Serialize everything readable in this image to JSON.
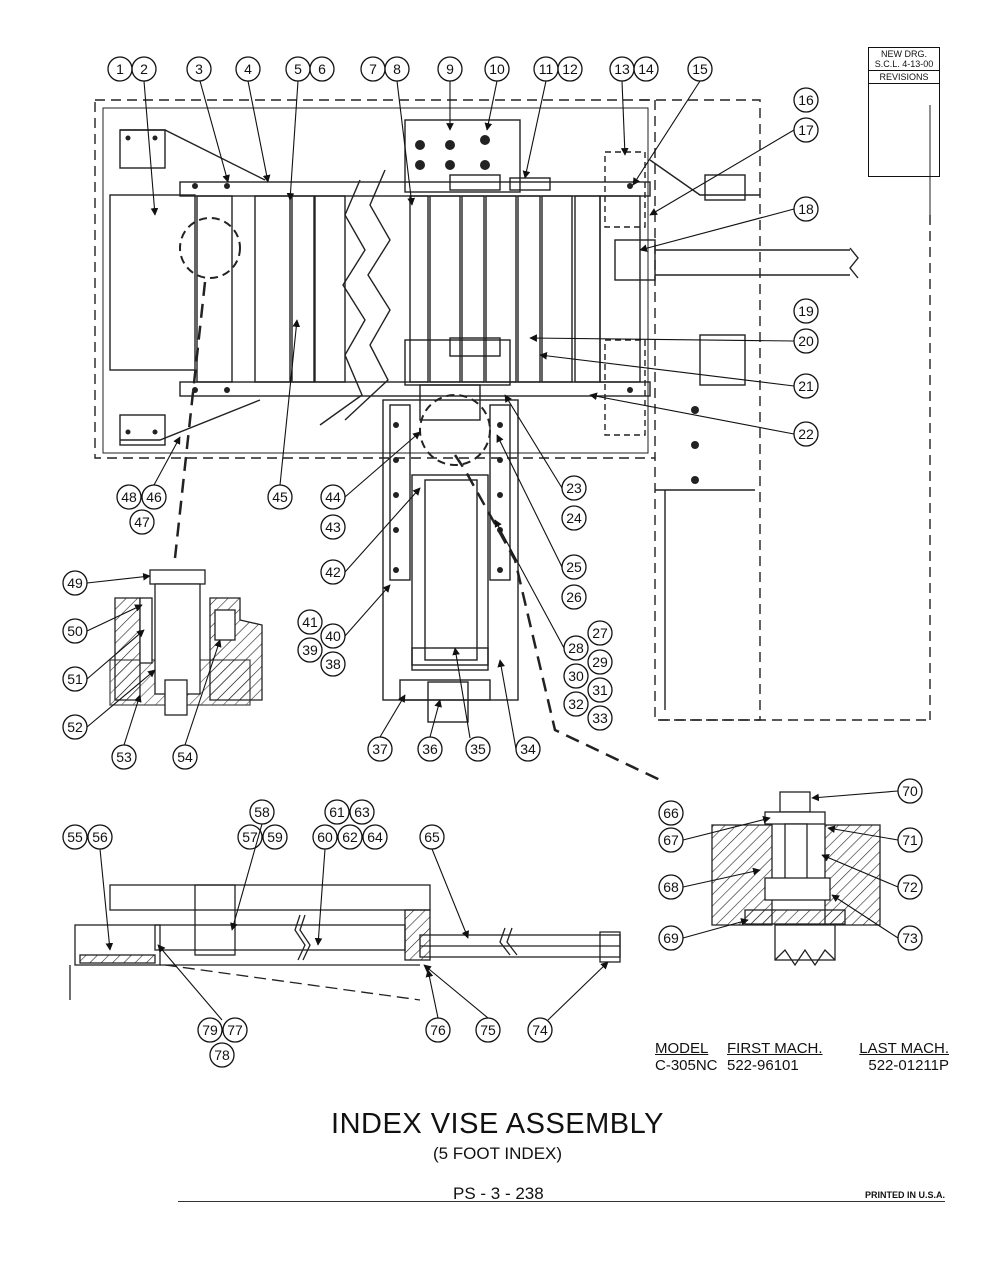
{
  "revision": {
    "note_line1": "NEW DRG.",
    "note_line2": "S.C.L. 4-13-00",
    "label": "REVISIONS"
  },
  "callouts": [
    "1",
    "2",
    "3",
    "4",
    "5",
    "6",
    "7",
    "8",
    "9",
    "10",
    "11",
    "12",
    "13",
    "14",
    "15",
    "16",
    "17",
    "18",
    "19",
    "20",
    "21",
    "22",
    "23",
    "24",
    "25",
    "26",
    "27",
    "28",
    "29",
    "30",
    "31",
    "32",
    "33",
    "34",
    "35",
    "36",
    "37",
    "38",
    "39",
    "40",
    "41",
    "42",
    "43",
    "44",
    "45",
    "46",
    "47",
    "48",
    "49",
    "50",
    "51",
    "52",
    "53",
    "54",
    "55",
    "56",
    "57",
    "58",
    "59",
    "60",
    "61",
    "62",
    "63",
    "64",
    "65",
    "66",
    "67",
    "68",
    "69",
    "70",
    "71",
    "72",
    "73",
    "74",
    "75",
    "76",
    "77",
    "78",
    "79"
  ],
  "model_table": {
    "headers": [
      "MODEL",
      "FIRST MACH.",
      "LAST MACH."
    ],
    "row": [
      "C-305NC",
      "522-96101",
      "522-01211P"
    ]
  },
  "title": "INDEX VISE ASSEMBLY",
  "subtitle": "(5 FOOT INDEX)",
  "page_number": "PS - 3 - 238",
  "printed": "PRINTED IN U.S.A."
}
